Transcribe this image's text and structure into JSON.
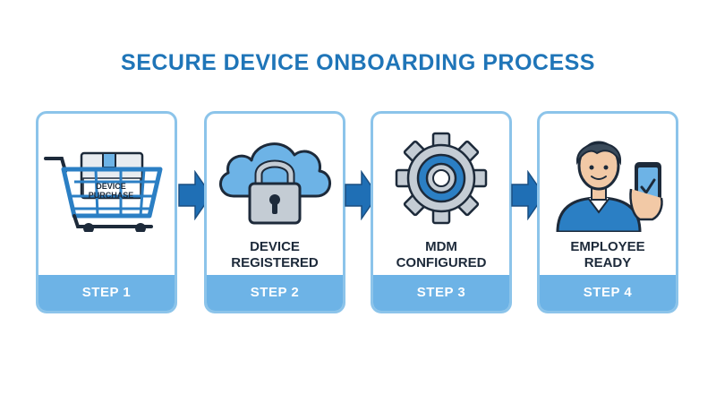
{
  "diagram": {
    "title": "SECURE DEVICE ONBOARDING PROCESS",
    "colors": {
      "title": "#1f75b8",
      "card_border": "#8cc4ea",
      "footer": "#6db3e6",
      "arrow": "#1f6fb5",
      "icon_blue": "#2b7fc4",
      "icon_dark": "#1d2a3a"
    },
    "steps": [
      {
        "icon": "shopping-cart-icon",
        "icon_text": "DEVICE\nPURCHASE",
        "label": "",
        "footer": "STEP 1"
      },
      {
        "icon": "cloud-lock-icon",
        "label": "DEVICE\nREGISTERED",
        "footer": "STEP 2"
      },
      {
        "icon": "gear-icon",
        "label": "MDM\nCONFIGURED",
        "footer": "STEP 3"
      },
      {
        "icon": "employee-phone-icon",
        "label": "EMPLOYEE\nREADY",
        "footer": "STEP 4"
      }
    ]
  }
}
